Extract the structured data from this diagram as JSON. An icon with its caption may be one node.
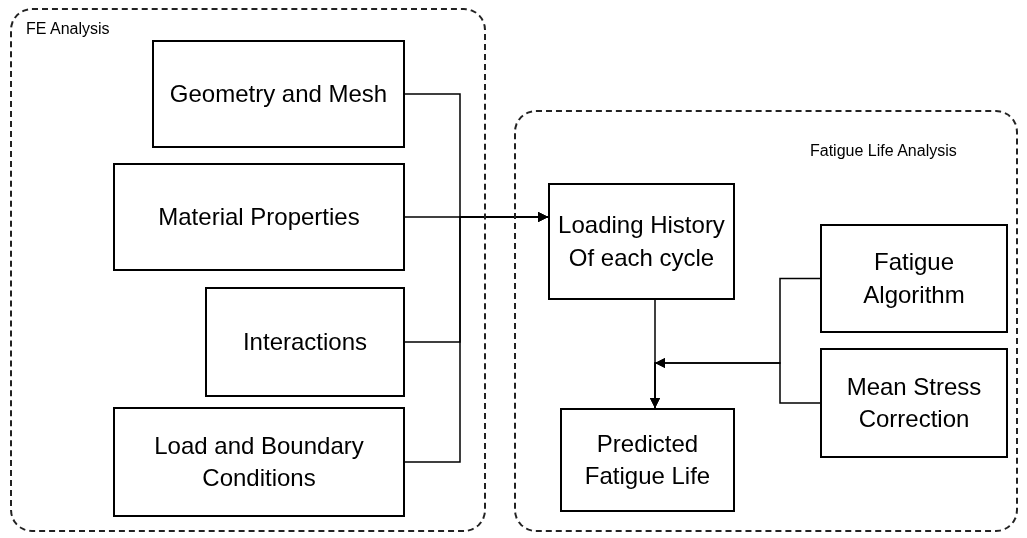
{
  "diagram": {
    "nodes": [
      {
        "text": [
          "FE Analysis"
        ]
      },
      {
        "text": [
          "Geometry and Mesh"
        ],
        "in": 0
      },
      {
        "text": [
          "Material Properties"
        ],
        "in": 0
      },
      {
        "text": [
          "Interactions"
        ],
        "in": 0
      },
      {
        "text": [
          "Load and Boundary Conditions"
        ],
        "in": 0
      },
      {
        "text": [
          "Fatigue Life Analysis"
        ]
      },
      {
        "text": [
          "Loading History Of each cycle"
        ],
        "in": 5
      },
      {
        "text": [
          "Fatigue Algorithm"
        ],
        "in": 5
      },
      {
        "text": [
          "Mean Stress Correction"
        ],
        "in": 5
      },
      {
        "text": [
          "Predicted Fatigue Life"
        ],
        "in": 5
      }
    ],
    "edges": [
      {
        "from": 1,
        "to": 6,
        "arrow": "to"
      },
      {
        "from": 2,
        "to": 6,
        "arrow": "to"
      },
      {
        "from": 3,
        "to": 6,
        "arrow": "to"
      },
      {
        "from": 4,
        "to": 6,
        "arrow": "to"
      },
      {
        "from": 6,
        "to": 9,
        "arrow": "to"
      },
      {
        "from": 7,
        "to": 9,
        "arrow": "to"
      },
      {
        "from": 8,
        "to": 9,
        "arrow": "to"
      }
    ]
  }
}
